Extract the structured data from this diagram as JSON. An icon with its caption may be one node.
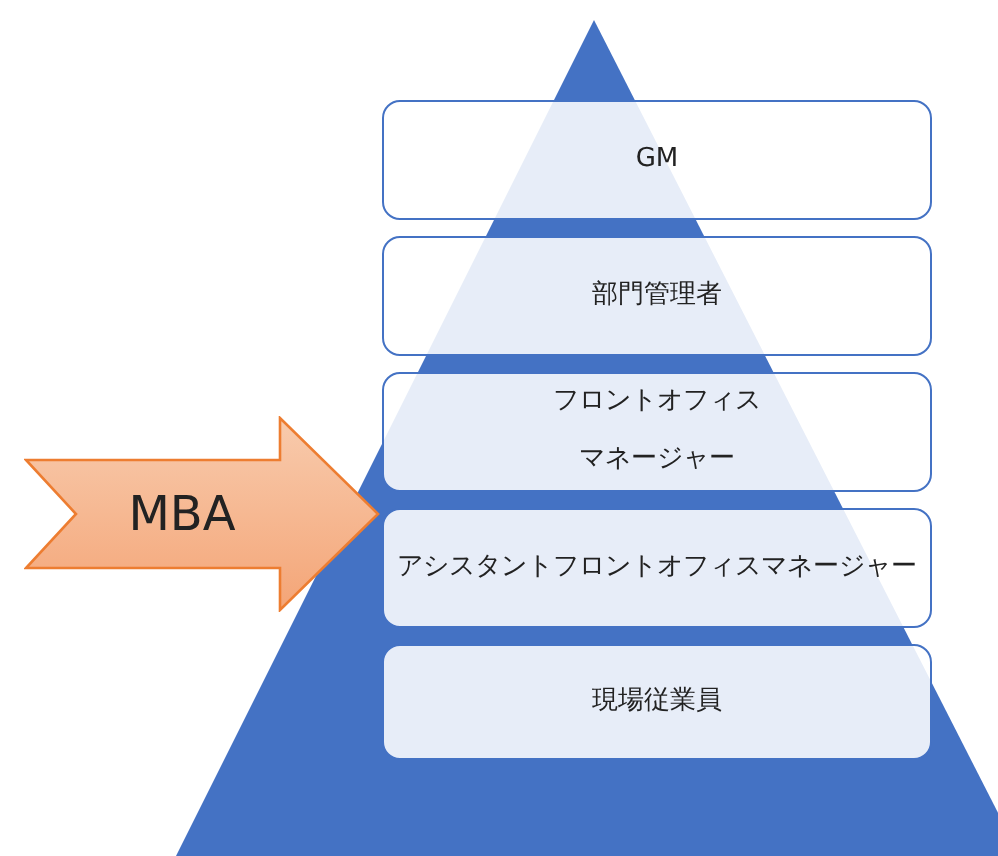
{
  "diagram": {
    "nodes": [
      {
        "text": [
          "GM"
        ]
      },
      {
        "text": [
          "部門管理者"
        ]
      },
      {
        "text": [
          "フロントオフィスマネージャー"
        ]
      },
      {
        "text": [
          "アシスタントフロントオフィスマネージャー"
        ]
      },
      {
        "text": [
          "現場従業員"
        ]
      },
      {
        "text": [
          "MBA"
        ]
      }
    ]
  }
}
